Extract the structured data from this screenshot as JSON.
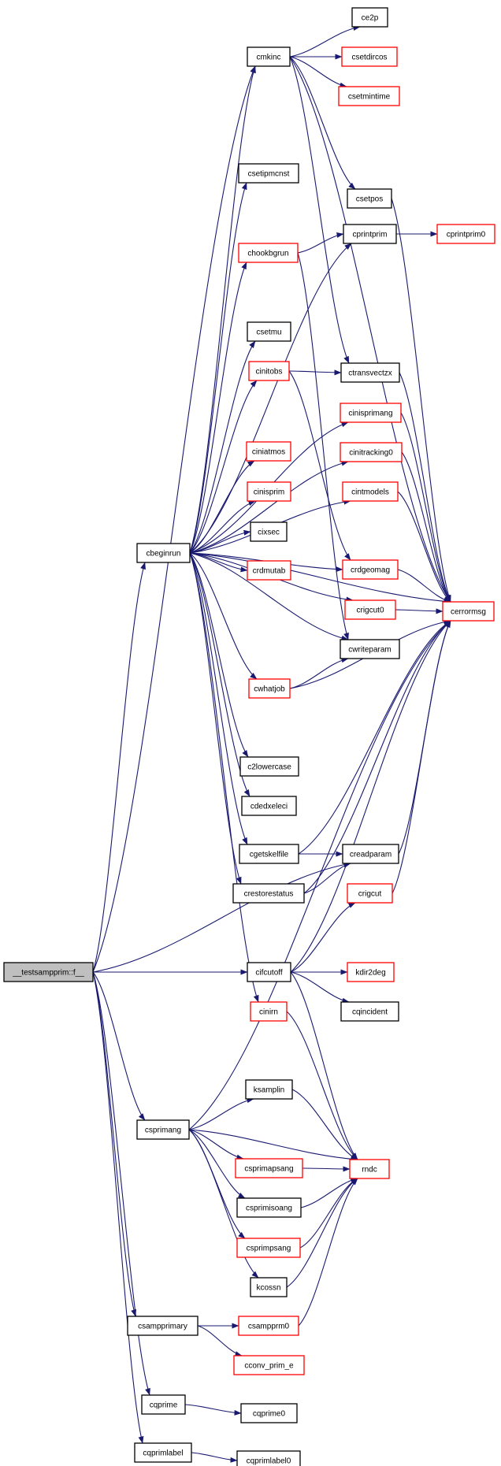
{
  "colors": {
    "edge": "#191970",
    "border_normal": "#000000",
    "border_external": "#ff0000",
    "root_fill": "#bfbfbf",
    "fill": "#ffffff"
  },
  "nodes": [
    {
      "id": "root",
      "label": "__testsampprim::f__",
      "kind": "root"
    },
    {
      "id": "ce2p",
      "label": "ce2p",
      "kind": "normal"
    },
    {
      "id": "cmkinc",
      "label": "cmkinc",
      "kind": "normal"
    },
    {
      "id": "csetdircos",
      "label": "csetdircos",
      "kind": "external"
    },
    {
      "id": "csetmintime",
      "label": "csetmintime",
      "kind": "external"
    },
    {
      "id": "csetipmcnst",
      "label": "csetipmcnst",
      "kind": "normal"
    },
    {
      "id": "csetpos",
      "label": "csetpos",
      "kind": "normal"
    },
    {
      "id": "chookbgrun",
      "label": "chookbgrun",
      "kind": "external"
    },
    {
      "id": "cprintprim",
      "label": "cprintprim",
      "kind": "normal"
    },
    {
      "id": "cprintprim0",
      "label": "cprintprim0",
      "kind": "external"
    },
    {
      "id": "csetmu",
      "label": "csetmu",
      "kind": "normal"
    },
    {
      "id": "cinitobs",
      "label": "cinitobs",
      "kind": "external"
    },
    {
      "id": "ctransvectzx",
      "label": "ctransvectzx",
      "kind": "normal"
    },
    {
      "id": "cinisprimang",
      "label": "cinisprimang",
      "kind": "external"
    },
    {
      "id": "ciniatmos",
      "label": "ciniatmos",
      "kind": "external"
    },
    {
      "id": "cinitracking0",
      "label": "cinitracking0",
      "kind": "external"
    },
    {
      "id": "cinisprim",
      "label": "cinisprim",
      "kind": "external"
    },
    {
      "id": "cintmodels",
      "label": "cintmodels",
      "kind": "external"
    },
    {
      "id": "cixsec",
      "label": "cixsec",
      "kind": "normal"
    },
    {
      "id": "cbeginrun",
      "label": "cbeginrun",
      "kind": "normal"
    },
    {
      "id": "crdmutab",
      "label": "crdmutab",
      "kind": "external"
    },
    {
      "id": "crdgeomag",
      "label": "crdgeomag",
      "kind": "external"
    },
    {
      "id": "crigcut0",
      "label": "crigcut0",
      "kind": "external"
    },
    {
      "id": "cerrormsg",
      "label": "cerrormsg",
      "kind": "external"
    },
    {
      "id": "cwriteparam",
      "label": "cwriteparam",
      "kind": "normal"
    },
    {
      "id": "cwhatjob",
      "label": "cwhatjob",
      "kind": "external"
    },
    {
      "id": "c2lowercase",
      "label": "c2lowercase",
      "kind": "normal"
    },
    {
      "id": "cdedxeleci",
      "label": "cdedxeleci",
      "kind": "normal"
    },
    {
      "id": "cgetskelfile",
      "label": "cgetskelfile",
      "kind": "normal"
    },
    {
      "id": "creadparam",
      "label": "creadparam",
      "kind": "normal"
    },
    {
      "id": "crestorestatus",
      "label": "crestorestatus",
      "kind": "normal"
    },
    {
      "id": "crigcut",
      "label": "crigcut",
      "kind": "external"
    },
    {
      "id": "cifcutoff",
      "label": "cifcutoff",
      "kind": "normal"
    },
    {
      "id": "kdir2deg",
      "label": "kdir2deg",
      "kind": "external"
    },
    {
      "id": "cqincident",
      "label": "cqincident",
      "kind": "normal"
    },
    {
      "id": "cinirn",
      "label": "cinirn",
      "kind": "external"
    },
    {
      "id": "ksamplin",
      "label": "ksamplin",
      "kind": "normal"
    },
    {
      "id": "csprimang",
      "label": "csprimang",
      "kind": "normal"
    },
    {
      "id": "csprimapsang",
      "label": "csprimapsang",
      "kind": "external"
    },
    {
      "id": "rndc",
      "label": "rndc",
      "kind": "external"
    },
    {
      "id": "csprimisoang",
      "label": "csprimisoang",
      "kind": "normal"
    },
    {
      "id": "csprimpsang",
      "label": "csprimpsang",
      "kind": "external"
    },
    {
      "id": "kcossn",
      "label": "kcossn",
      "kind": "normal"
    },
    {
      "id": "csampprimary",
      "label": "csampprimary",
      "kind": "normal"
    },
    {
      "id": "csampprm0",
      "label": "csampprm0",
      "kind": "external"
    },
    {
      "id": "cconv_prim_e",
      "label": "cconv_prim_e",
      "kind": "external"
    },
    {
      "id": "cqprime",
      "label": "cqprime",
      "kind": "normal"
    },
    {
      "id": "cqprime0",
      "label": "cqprime0",
      "kind": "normal"
    },
    {
      "id": "cqprimlabel",
      "label": "cqprimlabel",
      "kind": "normal"
    },
    {
      "id": "cqprimlabel0",
      "label": "cqprimlabel0",
      "kind": "normal"
    }
  ],
  "edges": [
    [
      "root",
      "cmkinc"
    ],
    [
      "root",
      "cbeginrun"
    ],
    [
      "root",
      "creadparam"
    ],
    [
      "root",
      "cifcutoff"
    ],
    [
      "root",
      "csprimang"
    ],
    [
      "root",
      "csampprimary"
    ],
    [
      "root",
      "cqprime"
    ],
    [
      "root",
      "cqprimlabel"
    ],
    [
      "cmkinc",
      "ce2p"
    ],
    [
      "cmkinc",
      "csetdircos"
    ],
    [
      "cmkinc",
      "csetmintime"
    ],
    [
      "cmkinc",
      "csetpos"
    ],
    [
      "cmkinc",
      "ctransvectzx"
    ],
    [
      "cmkinc",
      "cerrormsg"
    ],
    [
      "csetpos",
      "cerrormsg"
    ],
    [
      "cbeginrun",
      "cmkinc"
    ],
    [
      "cbeginrun",
      "csetipmcnst"
    ],
    [
      "cbeginrun",
      "chookbgrun"
    ],
    [
      "cbeginrun",
      "cprintprim"
    ],
    [
      "cbeginrun",
      "csetmu"
    ],
    [
      "cbeginrun",
      "cinitobs"
    ],
    [
      "cbeginrun",
      "cinisprimang"
    ],
    [
      "cbeginrun",
      "ciniatmos"
    ],
    [
      "cbeginrun",
      "cinitracking0"
    ],
    [
      "cbeginrun",
      "cinisprim"
    ],
    [
      "cbeginrun",
      "cintmodels"
    ],
    [
      "cbeginrun",
      "cixsec"
    ],
    [
      "cbeginrun",
      "crdmutab"
    ],
    [
      "cbeginrun",
      "crdgeomag"
    ],
    [
      "cbeginrun",
      "crigcut0"
    ],
    [
      "cbeginrun",
      "cerrormsg"
    ],
    [
      "cbeginrun",
      "cwriteparam"
    ],
    [
      "cbeginrun",
      "cwhatjob"
    ],
    [
      "cbeginrun",
      "c2lowercase"
    ],
    [
      "cbeginrun",
      "cdedxeleci"
    ],
    [
      "cbeginrun",
      "cgetskelfile"
    ],
    [
      "cbeginrun",
      "crestorestatus"
    ],
    [
      "cbeginrun",
      "cinirn"
    ],
    [
      "chookbgrun",
      "cprintprim"
    ],
    [
      "chookbgrun",
      "cwriteparam"
    ],
    [
      "cprintprim",
      "cprintprim0"
    ],
    [
      "cinitobs",
      "ctransvectzx"
    ],
    [
      "cinitobs",
      "crdgeomag"
    ],
    [
      "ctransvectzx",
      "cerrormsg"
    ],
    [
      "cinisprimang",
      "cerrormsg"
    ],
    [
      "cinitracking0",
      "cerrormsg"
    ],
    [
      "cintmodels",
      "cerrormsg"
    ],
    [
      "crdgeomag",
      "cerrormsg"
    ],
    [
      "crigcut0",
      "cerrormsg"
    ],
    [
      "cwhatjob",
      "cwriteparam"
    ],
    [
      "cwhatjob",
      "cerrormsg"
    ],
    [
      "cgetskelfile",
      "creadparam"
    ],
    [
      "cgetskelfile",
      "cerrormsg"
    ],
    [
      "creadparam",
      "cerrormsg"
    ],
    [
      "crestorestatus",
      "creadparam"
    ],
    [
      "crestorestatus",
      "cerrormsg"
    ],
    [
      "crigcut",
      "cerrormsg"
    ],
    [
      "cifcutoff",
      "crigcut"
    ],
    [
      "cifcutoff",
      "kdir2deg"
    ],
    [
      "cifcutoff",
      "cqincident"
    ],
    [
      "cifcutoff",
      "rndc"
    ],
    [
      "cifcutoff",
      "cerrormsg"
    ],
    [
      "cinirn",
      "rndc"
    ],
    [
      "csprimang",
      "ksamplin"
    ],
    [
      "csprimang",
      "csprimapsang"
    ],
    [
      "csprimang",
      "rndc"
    ],
    [
      "csprimang",
      "csprimisoang"
    ],
    [
      "csprimang",
      "csprimpsang"
    ],
    [
      "csprimang",
      "kcossn"
    ],
    [
      "csprimang",
      "cerrormsg"
    ],
    [
      "ksamplin",
      "rndc"
    ],
    [
      "csprimapsang",
      "rndc"
    ],
    [
      "csprimisoang",
      "rndc"
    ],
    [
      "csprimpsang",
      "rndc"
    ],
    [
      "kcossn",
      "rndc"
    ],
    [
      "csampprimary",
      "csampprm0"
    ],
    [
      "csampprimary",
      "cconv_prim_e"
    ],
    [
      "csampprm0",
      "rndc"
    ],
    [
      "cqprime",
      "cqprime0"
    ],
    [
      "cqprimlabel",
      "cqprimlabel0"
    ]
  ]
}
